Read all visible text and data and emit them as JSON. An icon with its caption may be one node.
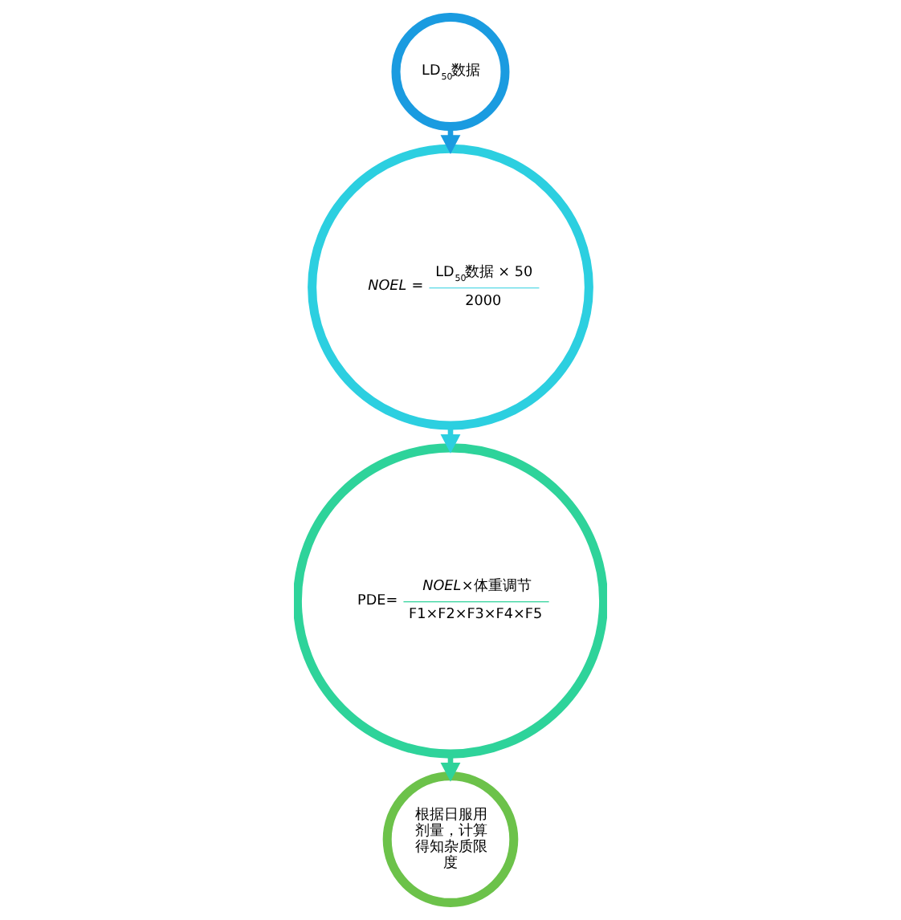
{
  "diagram": {
    "nodes": [
      {
        "text": [
          "LD$_{50}$数据"
        ]
      },
      {
        "text": [
          "*NOEL* =",
          "LD$_{50}$数据 × 50",
          "2000"
        ]
      },
      {
        "text": [
          "PDE=",
          "*NOEL*×体重调节",
          "F1×F2×F3×F4×F5"
        ]
      },
      {
        "text": [
          "根据日服用剂量，计算得知杂质限度"
        ]
      }
    ],
    "edges": [
      {
        "from": 0,
        "to": 1,
        "arrow": "to",
        "color": "#1a9be0"
      },
      {
        "from": 1,
        "to": 2,
        "arrow": "to",
        "color": "#2ccfe0"
      },
      {
        "from": 2,
        "to": 3,
        "arrow": "to",
        "color": "#2ed39a"
      }
    ]
  }
}
